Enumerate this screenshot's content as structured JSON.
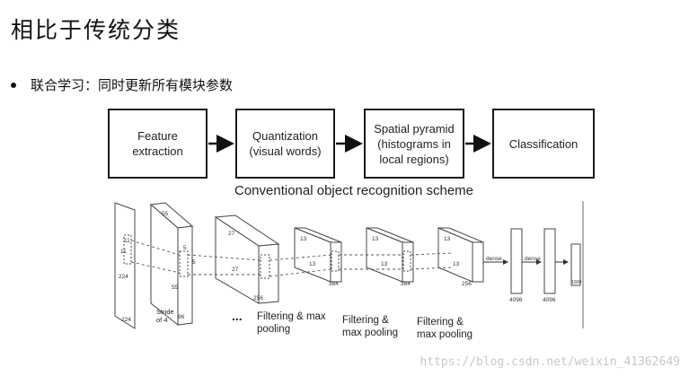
{
  "slide": {
    "title": "相比于传统分类",
    "bullet": "联合学习：同时更新所有模块参数"
  },
  "pipeline": {
    "boxes": [
      {
        "label": "Feature\nextraction"
      },
      {
        "label": "Quantization\n(visual words)"
      },
      {
        "label": "Spatial pyramid\n(histograms in\nlocal regions)"
      },
      {
        "label": "Classification"
      }
    ],
    "caption": "Conventional object recognition scheme"
  },
  "cnn": {
    "layer_labels": {
      "input_dim": "224",
      "input_side": "224",
      "input_k": "11",
      "input_k2": "11",
      "conv1_dim": "55",
      "conv1_side": "55",
      "conv1_depth": "96",
      "conv1_k": "5",
      "conv1_k2": "5",
      "conv2_dim": "27",
      "conv2_side": "27",
      "conv2_depth": "256",
      "conv3_dim": "13",
      "conv3_side": "13",
      "conv3_depth": "384",
      "conv4_dim": "13",
      "conv4_side": "13",
      "conv4_depth": "384",
      "conv5_dim": "13",
      "conv5_side": "13",
      "conv5_depth": "256",
      "dense1": "dense",
      "dense2": "dense",
      "fc1_size": "4096",
      "fc2_size": "4096",
      "out_size": "1000",
      "stride": "Stride\nof 4",
      "ellipsis": "..."
    },
    "annotations": [
      {
        "text": "Filtering & max\npooling"
      },
      {
        "text": "Filtering &\nmax pooling"
      },
      {
        "text": "Filtering &\nmax pooling"
      }
    ]
  },
  "watermark": "https://blog.csdn.net/weixin_41362649"
}
